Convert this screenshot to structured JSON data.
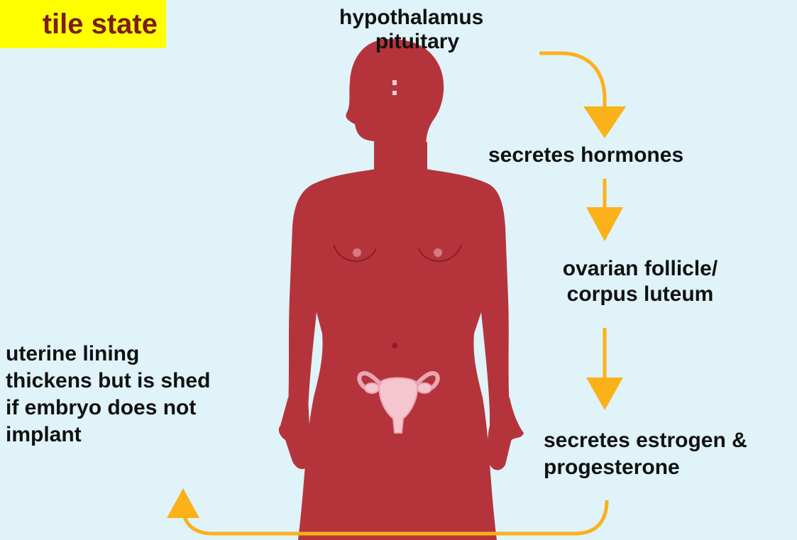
{
  "title": "tile state",
  "labels": {
    "hypothalamus": "hypothalamus",
    "pituitary": "pituitary",
    "secretes_hormones": "secretes hormones",
    "ovarian_line1": "ovarian follicle/",
    "ovarian_line2": "corpus luteum",
    "uterine_line1": "uterine lining",
    "uterine_line2": "thickens but is shed",
    "uterine_line3": "if embryo does not",
    "uterine_line4": "implant",
    "estrogen_line1": "secretes estrogen &",
    "estrogen_line2": "progesterone"
  },
  "colors": {
    "background": "#dff3f8",
    "body_fill": "#b5343c",
    "arrow": "#fbb11a",
    "title_bg": "#ffff00",
    "title_text": "#7a1c1c",
    "uterus": "#f6c6d0"
  }
}
